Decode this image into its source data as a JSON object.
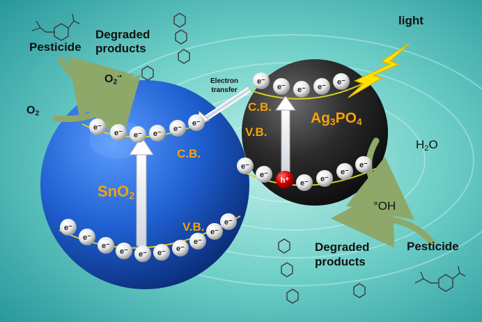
{
  "labels": {
    "pesticide_top": "Pesticide",
    "degraded_top_line1": "Degraded",
    "degraded_top_line2": "products",
    "o2_radical": "O",
    "o2_radical_sub": "2",
    "o2_radical_sup": "-•",
    "o2": "O",
    "o2_sub": "2",
    "light": "light",
    "electron_transfer_line1": "Electron",
    "electron_transfer_line2": "transfer",
    "cb_right": "C.B.",
    "vb_right": "V.B.",
    "ag3po4_a": "Ag",
    "ag3po4_sub1": "3",
    "ag3po4_b": "PO",
    "ag3po4_sub2": "4",
    "h2o_h": "H",
    "h2o_sub": "2",
    "h2o_o": "O",
    "oh_radical": "°OH",
    "cb_left": "C.B.",
    "vb_left": "V.B.",
    "sno2_a": "SnO",
    "sno2_sub": "2",
    "degraded_bottom_line1": "Degraded",
    "degraded_bottom_line2": "products",
    "pesticide_bottom": "Pesticide",
    "electron": "e⁻",
    "hole": "h⁺"
  },
  "colors": {
    "background": "#5fc7c4",
    "sno2_sphere": "#1f5fd0",
    "ag3po4_sphere": "#2b2b2b",
    "band_line": "#d8d020",
    "label_orange": "#f4a30a",
    "arrow_green": "#8ea86a",
    "bolt": "#ffe600",
    "hole": "#d10000"
  },
  "icons": [
    "lightning-bolt-icon",
    "pesticide-molecule-icon",
    "degraded-molecule-icon"
  ]
}
